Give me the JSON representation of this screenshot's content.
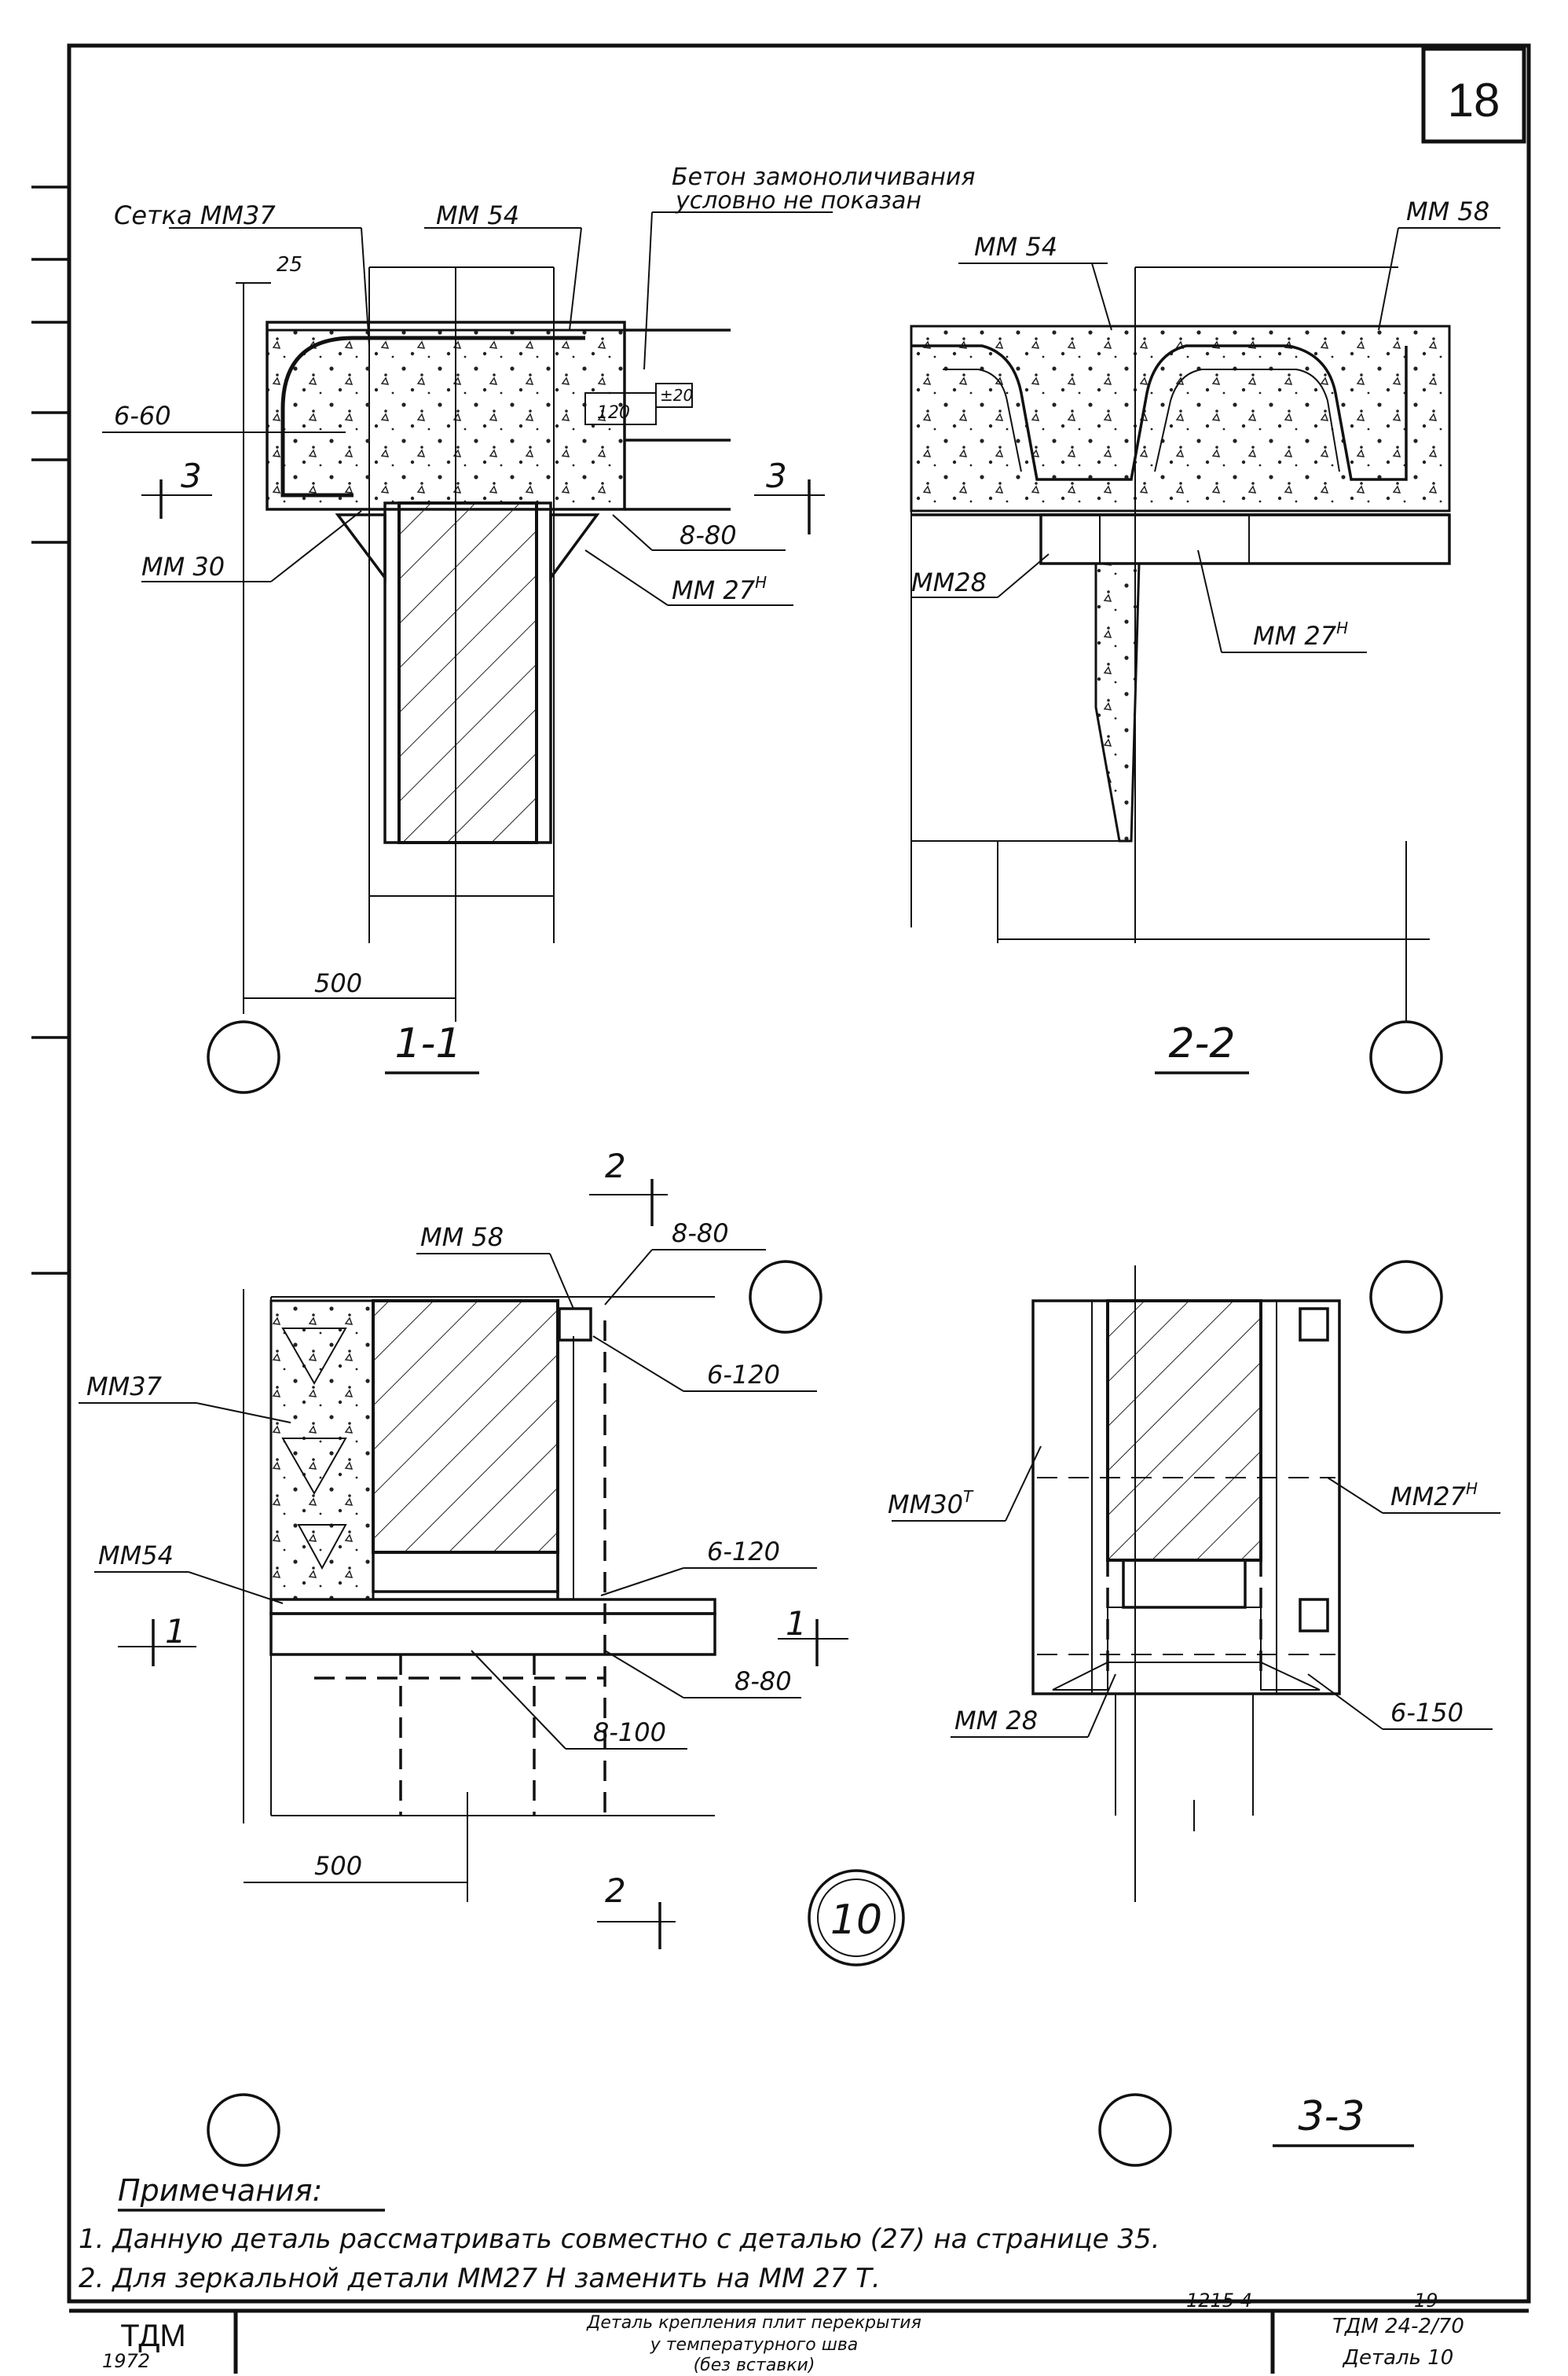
{
  "sheet": {
    "page_number": "18",
    "bottom_numbers": [
      "1215 4",
      "19"
    ],
    "border_color": "#111111",
    "paper_color": "#ffffff"
  },
  "section_1_1": {
    "title": "1-1",
    "labels": {
      "mesh": "Сетка ММ37",
      "mm54": "ММ 54",
      "concrete_note_line1": "Бетон замоноличивания",
      "concrete_note_line2": "условно не показан",
      "dim_25": "25",
      "rebar_6_60": "6-60",
      "mark_120": "120",
      "mark_pm20": "±20",
      "cut_3_left": "3",
      "cut_3_right": "3",
      "mm30": "ММ 30",
      "weld_8_80": "8-80",
      "mm27h": "ММ 27",
      "mm27h_sup": "Н",
      "dim_500": "500"
    }
  },
  "section_2_2": {
    "title": "2-2",
    "labels": {
      "mm54": "ММ 54",
      "mm58": "ММ 58",
      "mm28": "ММ28",
      "mm27h": "ММ 27",
      "mm27h_sup": "Н"
    }
  },
  "plan_view": {
    "labels": {
      "cut_2_top": "2",
      "mm58": "ММ 58",
      "weld_8_80_top": "8-80",
      "mm37": "ММ37",
      "rebar_6_120_a": "6-120",
      "rebar_6_120_b": "6-120",
      "mm54": "ММ54",
      "cut_1_left": "1",
      "cut_1_right": "1",
      "weld_8_80_bottom": "8-80",
      "weld_8_100": "8-100",
      "dim_500": "500",
      "cut_2_bottom": "2",
      "detail_number": "10"
    }
  },
  "section_3_3": {
    "title": "3-3",
    "labels": {
      "mm30t": "ММ30",
      "mm30t_sup": "Т",
      "mm27h": "ММ27",
      "mm27h_sup": "Н",
      "mm28": "ММ 28",
      "rebar_6_150": "6-150"
    }
  },
  "notes": {
    "heading": "Примечания:",
    "items": [
      "1. Данную деталь рассматривать совместно с деталью (27) на странице 35.",
      "2. Для зеркальной детали ММ27 Н заменить на ММ 27 Т."
    ]
  },
  "title_block": {
    "logo": "ТДМ",
    "year": "1972",
    "description_line1": "Деталь крепления плит перекрытия",
    "description_line2": "у температурного шва",
    "description_line3": "(без вставки)",
    "doc_code": "ТДМ 24-2/70",
    "detail": "Деталь 10"
  }
}
